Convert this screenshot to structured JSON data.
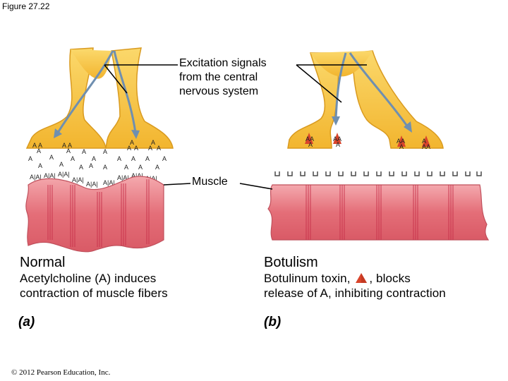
{
  "figure_label": "Figure 27.22",
  "callout_text": [
    "Excitation signals",
    "from the central",
    "nervous system"
  ],
  "muscle_label": "Muscle",
  "acetylcholine_symbol": "A",
  "panel_a": {
    "title": "Normal",
    "description": [
      "Acetylcholine (A) induces",
      "contraction of muscle fibers"
    ],
    "letter": "(a)"
  },
  "panel_b": {
    "title": "Botulism",
    "description_before_icon": "Botulinum toxin,",
    "description_after_icon": ", blocks",
    "description_line2": "release of A, inhibiting contraction",
    "letter": "(b)"
  },
  "copyright": "© 2012 Pearson Education, Inc.",
  "colors": {
    "neuron": "#f7c64a",
    "neuron_edge": "#d99a1f",
    "axon_arrow": "#6f8fb0",
    "muscle": "#e46e78",
    "muscle_light": "#f2a7ad",
    "striation": "#c7304a",
    "toxin": "#d9442b",
    "receptor": "#4a4a4a"
  }
}
